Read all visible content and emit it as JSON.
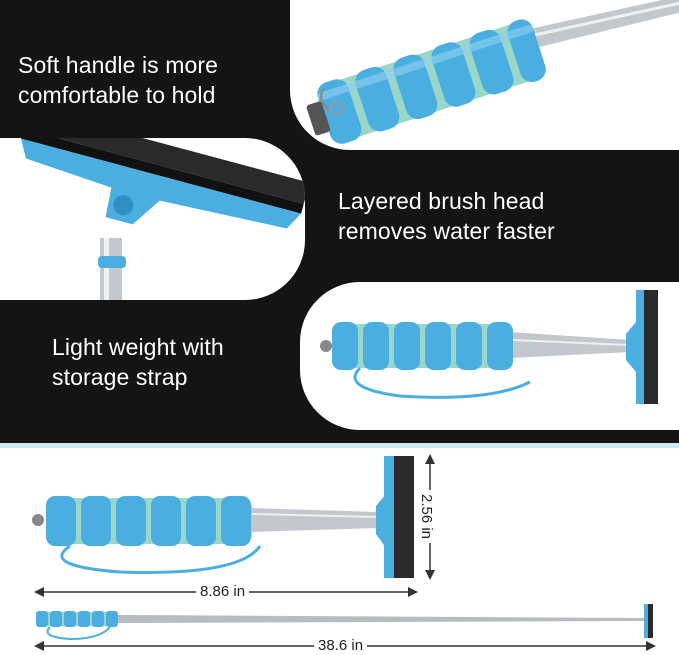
{
  "features": [
    {
      "id": "soft-handle",
      "text": "Soft handle is more\ncomfortable to hold"
    },
    {
      "id": "brush-head",
      "text": "Layered brush head\nremoves water faster"
    },
    {
      "id": "light-weight",
      "text": "Light weight with\nstorage strap"
    }
  ],
  "dimensions": {
    "head_height": "2.56 in",
    "collapsed_length": "8.86 in",
    "extended_length": "38.6 in"
  },
  "colors": {
    "background_dark": "#141414",
    "foam_blue": "#4aaee0",
    "foam_highlight": "#8fd0f0",
    "foam_gap": "#9ad7c8",
    "steel": "#c4c8cc",
    "blade": "#2a2a2a",
    "separator": "#cfe6f4"
  },
  "icons": [
    "foam-handle-icon",
    "squeegee-head-icon",
    "telescopic-pole-icon",
    "wrist-strap-icon",
    "dimension-arrow-icon"
  ]
}
